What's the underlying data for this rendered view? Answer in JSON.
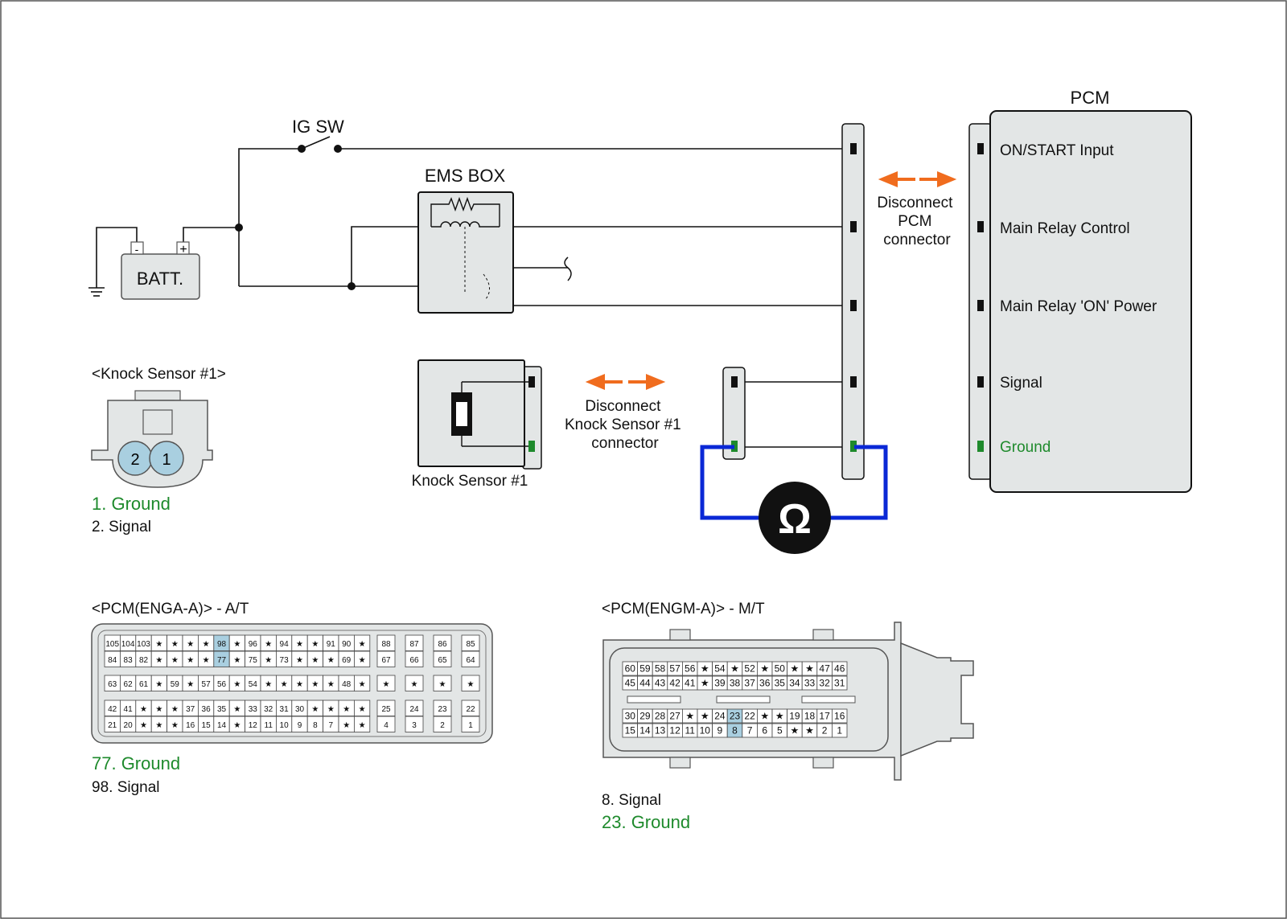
{
  "colors": {
    "wire": "#111111",
    "ohm_loop": "#0a28d6",
    "arrow": "#f06c1e",
    "ground_text": "#1e8a2c",
    "connector_fill": "#e3e6e6",
    "highlight_pin": "#a9cfe0"
  },
  "circuit": {
    "ig_sw_label": "IG SW",
    "ems_box_label": "EMS BOX",
    "batt_label": "BATT.",
    "batt_minus": "-",
    "batt_plus": "+",
    "ohm_symbol": "Ω",
    "disconnect_pcm": [
      "Disconnect",
      "PCM",
      "connector"
    ],
    "disconnect_knock": [
      "Disconnect",
      "Knock Sensor #1",
      "connector"
    ],
    "knock_sensor_label": "Knock Sensor #1"
  },
  "pcm": {
    "title": "PCM",
    "terminals": [
      "ON/START Input",
      "Main Relay Control",
      "Main Relay 'ON' Power",
      "Signal",
      "Ground"
    ]
  },
  "knock_connector": {
    "title": "<Knock Sensor #1>",
    "pin_left": "2",
    "pin_right": "1",
    "legend": [
      "1. Ground",
      "2. Signal"
    ]
  },
  "engA": {
    "title": "<PCM(ENGA-A)> - A/T",
    "legend": [
      "77. Ground",
      "98. Signal"
    ],
    "row1": [
      "105",
      "104",
      "103",
      "★",
      "★",
      "★",
      "★",
      "98",
      "★",
      "96",
      "★",
      "94",
      "★",
      "★",
      "91",
      "90",
      "★"
    ],
    "row2": [
      "84",
      "83",
      "82",
      "★",
      "★",
      "★",
      "★",
      "77",
      "★",
      "75",
      "★",
      "73",
      "★",
      "★",
      "★",
      "69",
      "★"
    ],
    "row3": [
      "63",
      "62",
      "61",
      "★",
      "59",
      "★",
      "57",
      "56",
      "★",
      "54",
      "★",
      "★",
      "★",
      "★",
      "★",
      "48",
      "★"
    ],
    "row4": [
      "42",
      "41",
      "★",
      "★",
      "★",
      "37",
      "36",
      "35",
      "★",
      "33",
      "32",
      "31",
      "30",
      "★",
      "★",
      "★",
      "★"
    ],
    "row5": [
      "21",
      "20",
      "★",
      "★",
      "★",
      "16",
      "15",
      "14",
      "★",
      "12",
      "11",
      "10",
      "9",
      "8",
      "7",
      "★",
      "★"
    ],
    "side_top": [
      "88",
      "87",
      "86",
      "85"
    ],
    "side_top2": [
      "67",
      "66",
      "65",
      "64"
    ],
    "side_mid": [
      "★",
      "★",
      "★",
      "★"
    ],
    "side_bot": [
      "25",
      "24",
      "23",
      "22"
    ],
    "side_bot2": [
      "4",
      "3",
      "2",
      "1"
    ]
  },
  "engM": {
    "title": "<PCM(ENGM-A)> - M/T",
    "legend": [
      "8. Signal",
      "23. Ground"
    ],
    "row1": [
      "60",
      "59",
      "58",
      "57",
      "56",
      "★",
      "54",
      "★",
      "52",
      "★",
      "50",
      "★",
      "★",
      "47",
      "46"
    ],
    "row2": [
      "45",
      "44",
      "43",
      "42",
      "41",
      "★",
      "39",
      "38",
      "37",
      "36",
      "35",
      "34",
      "33",
      "32",
      "31"
    ],
    "row3": [
      "30",
      "29",
      "28",
      "27",
      "★",
      "★",
      "24",
      "23",
      "22",
      "★",
      "★",
      "19",
      "18",
      "17",
      "16"
    ],
    "row4": [
      "15",
      "14",
      "13",
      "12",
      "11",
      "10",
      "9",
      "8",
      "7",
      "6",
      "5",
      "★",
      "★",
      "2",
      "1"
    ]
  }
}
